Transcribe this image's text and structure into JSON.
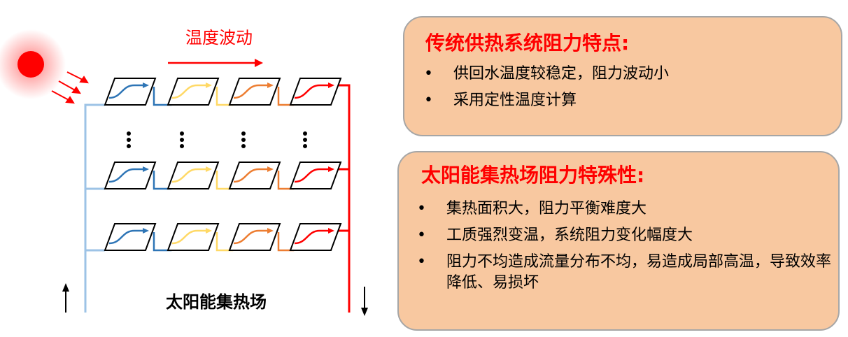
{
  "diagram": {
    "temperature_fluctuation_label": "温度波动",
    "field_label": "太阳能集热场",
    "colors": {
      "inlet_pipe": "#9dc3e6",
      "outlet_pipe": "#ff0000",
      "stage_colors": [
        "#2e75b6",
        "#ffd966",
        "#ed7d31",
        "#ff0000"
      ],
      "sun": "#ff0000"
    },
    "rows": 3,
    "collectors_per_row": 4
  },
  "cards": [
    {
      "title": "传统供热系统阻力特点:",
      "bullets": [
        "供回水温度较稳定，阻力波动小",
        "采用定性温度计算"
      ]
    },
    {
      "title": "太阳能集热场阻力特殊性:",
      "bullets": [
        "集热面积大，阻力平衡难度大",
        "工质强烈变温，系统阻力变化幅度大",
        "阻力不均造成流量分布不均，易造成局部高温，导致效率降低、易损坏"
      ]
    }
  ]
}
